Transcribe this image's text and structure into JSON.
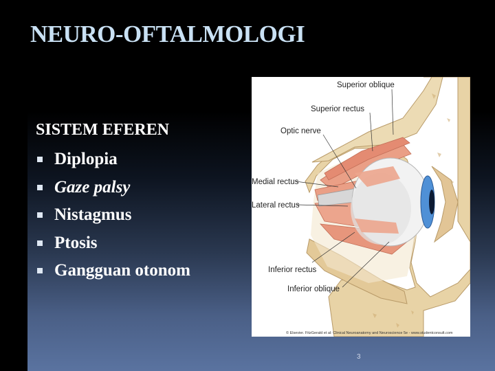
{
  "slide": {
    "title": "NEURO-OFTALMOLOGI",
    "heading": "SISTEM EFEREN",
    "bullets": [
      {
        "label": "Diplopia",
        "italic": false
      },
      {
        "label": "Gaze palsy",
        "italic": true
      },
      {
        "label": "Nistagmus",
        "italic": false
      },
      {
        "label": "Ptosis",
        "italic": false
      },
      {
        "label": "Gangguan otonom",
        "italic": false
      }
    ],
    "page_number": "3"
  },
  "figure": {
    "labels": {
      "superior_oblique": "Superior oblique",
      "superior_rectus": "Superior rectus",
      "optic_nerve": "Optic nerve",
      "medial_rectus": "Medial rectus",
      "lateral_rectus": "Lateral rectus",
      "inferior_rectus": "Inferior rectus",
      "inferior_oblique": "Inferior oblique"
    },
    "credit": "© Elsevier. FitzGerald et al: Clinical Neuroanatomy and Neuroscience 5e - www.studentconsult.com"
  },
  "colors": {
    "title": "#c9e1f4",
    "text": "#ffffff",
    "bone": "#e8d3a6",
    "muscle": "#e89b84",
    "iris": "#3a78c0"
  }
}
